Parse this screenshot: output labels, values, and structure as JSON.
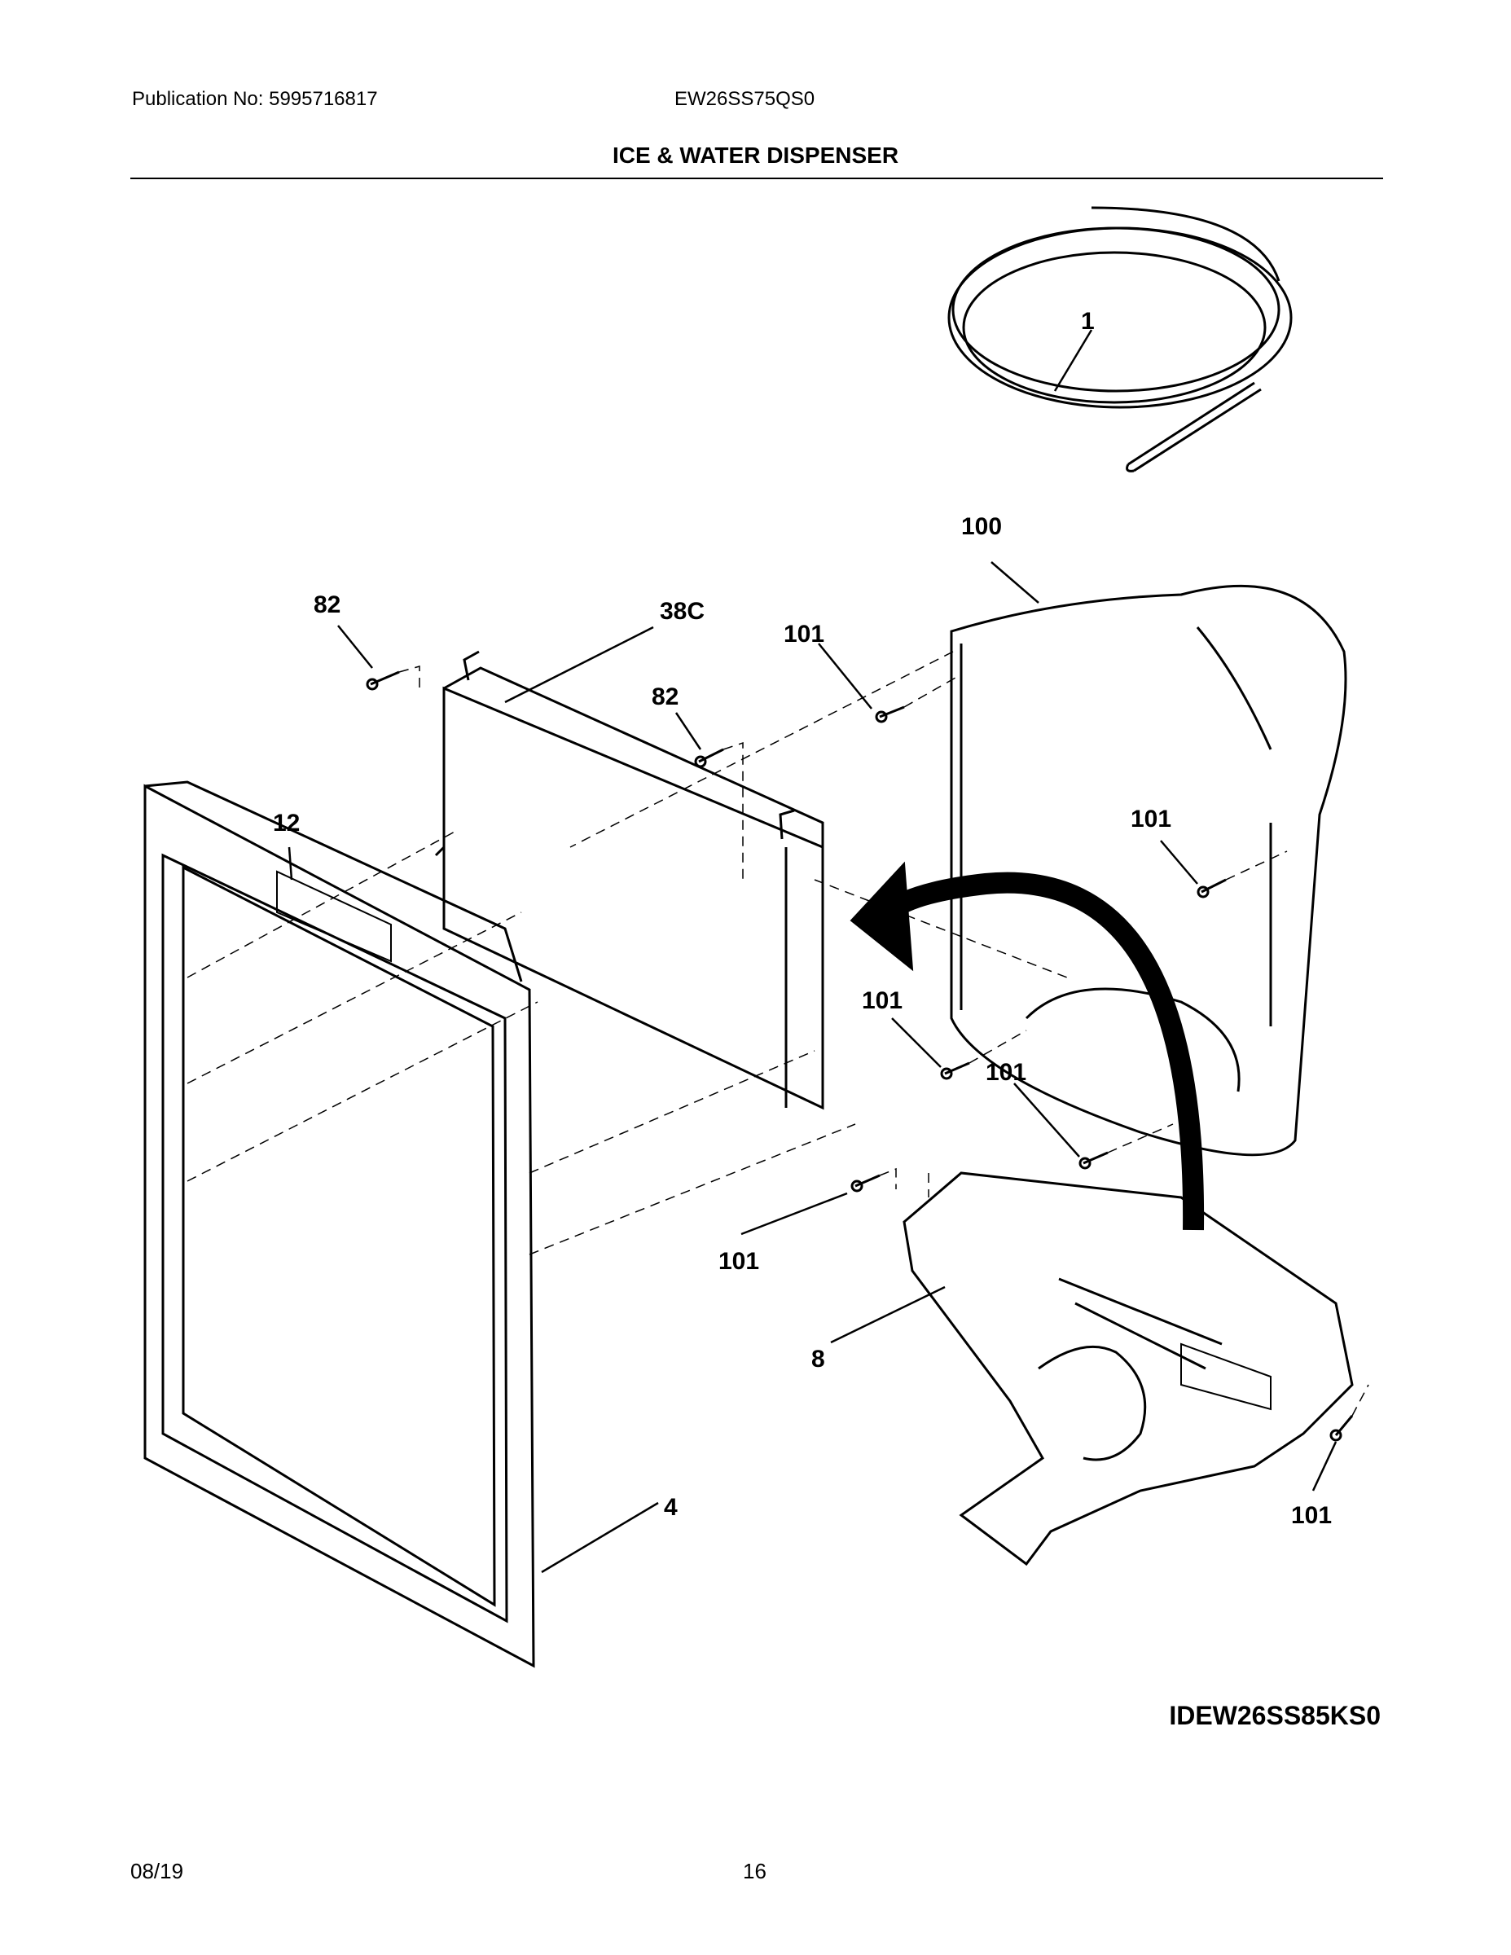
{
  "header": {
    "publication": "Publication No: 5995716817",
    "model": "EW26SS75QS0",
    "title": "ICE & WATER DISPENSER"
  },
  "callouts": {
    "tubing": "1",
    "housing": "100",
    "screw_82_top": "82",
    "panel": "38C",
    "screw_101_top": "101",
    "screw_82_mid": "82",
    "trim": "12",
    "screw_101_right": "101",
    "screw_101_mid": "101",
    "screw_101_center": "101",
    "screw_101_lower": "101",
    "actuator": "8",
    "frame": "4",
    "screw_101_bottom": "101"
  },
  "diagram_id": "IDEW26SS85KS0",
  "footer": {
    "date": "08/19",
    "page": "16"
  }
}
